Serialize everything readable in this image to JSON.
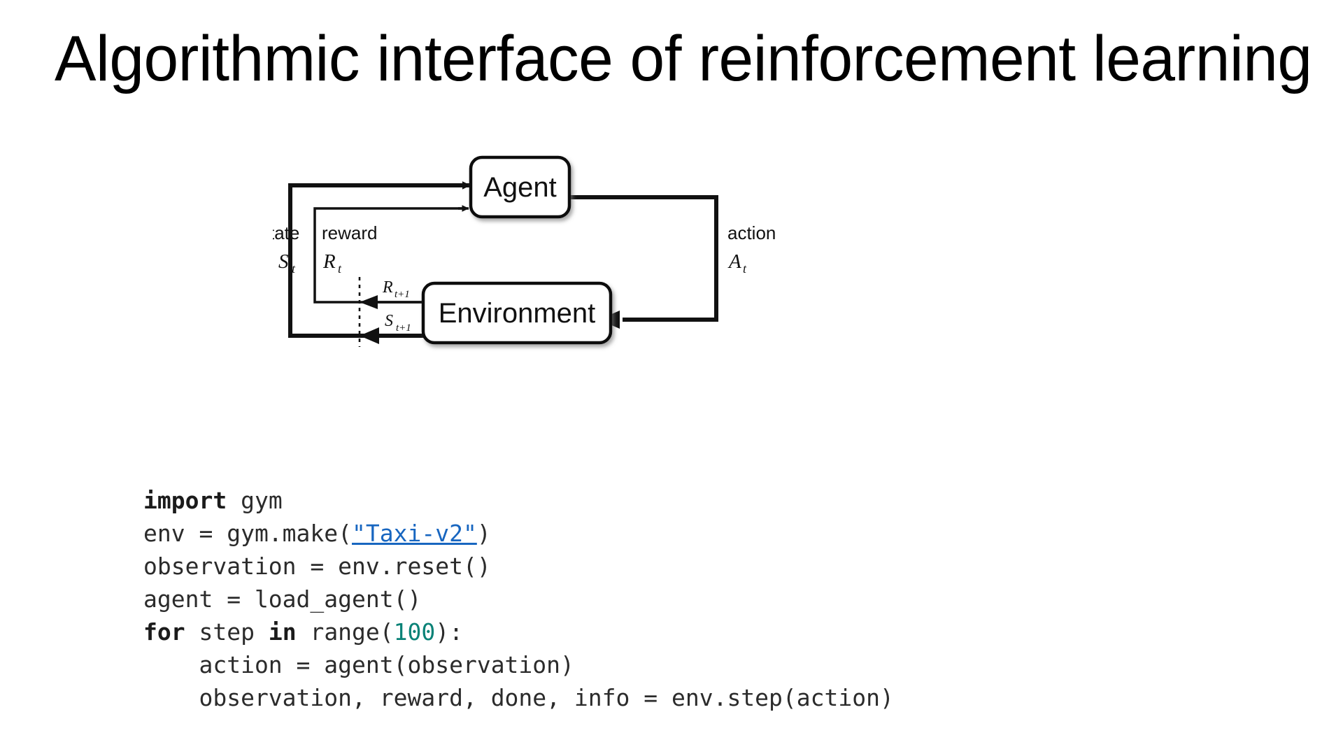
{
  "slide": {
    "title": "Algorithmic interface of reinforcement learning",
    "background_color": "#ffffff",
    "text_color": "#000000"
  },
  "diagram": {
    "name": "agent-environment-interaction-loop",
    "nodes": [
      {
        "id": "agent",
        "label": "Agent"
      },
      {
        "id": "environment",
        "label": "Environment"
      }
    ],
    "edges": [
      {
        "id": "state",
        "word": "state",
        "symbol": "S",
        "subscript": "t",
        "from": "environment",
        "to": "agent"
      },
      {
        "id": "reward",
        "word": "reward",
        "symbol": "R",
        "subscript": "t",
        "from": "environment",
        "to": "agent"
      },
      {
        "id": "action",
        "word": "action",
        "symbol": "A",
        "subscript": "t",
        "from": "agent",
        "to": "environment"
      },
      {
        "id": "reward-next",
        "word": "",
        "symbol": "R",
        "subscript": "t+1",
        "from": "environment",
        "to": "agent"
      },
      {
        "id": "state-next",
        "word": "",
        "symbol": "S",
        "subscript": "t+1",
        "from": "environment",
        "to": "agent"
      }
    ],
    "labels": {
      "state_word": "state",
      "state_sym": "S",
      "state_sub": "t",
      "reward_word": "reward",
      "reward_sym": "R",
      "reward_sub": "t",
      "action_word": "action",
      "action_sym": "A",
      "action_sub": "t",
      "reward_next_sym": "R",
      "reward_next_sub": "t+1",
      "state_next_sym": "S",
      "state_next_sub": "t+1"
    }
  },
  "code": {
    "language": "python",
    "link_color": "#1866c0",
    "number_color": "#0a8277",
    "text_color": "#2b2b2b",
    "lines": [
      {
        "id": "l1",
        "tokens": [
          {
            "type": "kw",
            "text": "import"
          },
          {
            "type": "plain",
            "text": " gym"
          }
        ]
      },
      {
        "id": "l2",
        "tokens": [
          {
            "type": "plain",
            "text": "env = gym.make("
          },
          {
            "type": "link",
            "text": "\"Taxi-v2\""
          },
          {
            "type": "plain",
            "text": ")"
          }
        ]
      },
      {
        "id": "l3",
        "tokens": [
          {
            "type": "plain",
            "text": "observation = env.reset()"
          }
        ]
      },
      {
        "id": "l4",
        "tokens": [
          {
            "type": "plain",
            "text": "agent = load_agent()"
          }
        ]
      },
      {
        "id": "l5",
        "tokens": [
          {
            "type": "kw",
            "text": "for"
          },
          {
            "type": "plain",
            "text": " step "
          },
          {
            "type": "kw",
            "text": "in"
          },
          {
            "type": "plain",
            "text": " range("
          },
          {
            "type": "num",
            "text": "100"
          },
          {
            "type": "plain",
            "text": "):"
          }
        ]
      },
      {
        "id": "l6",
        "tokens": [
          {
            "type": "plain",
            "text": "    action = agent(observation)"
          }
        ]
      },
      {
        "id": "l7",
        "tokens": [
          {
            "type": "plain",
            "text": "    observation, reward, done, info = env.step(action)"
          }
        ]
      }
    ]
  }
}
